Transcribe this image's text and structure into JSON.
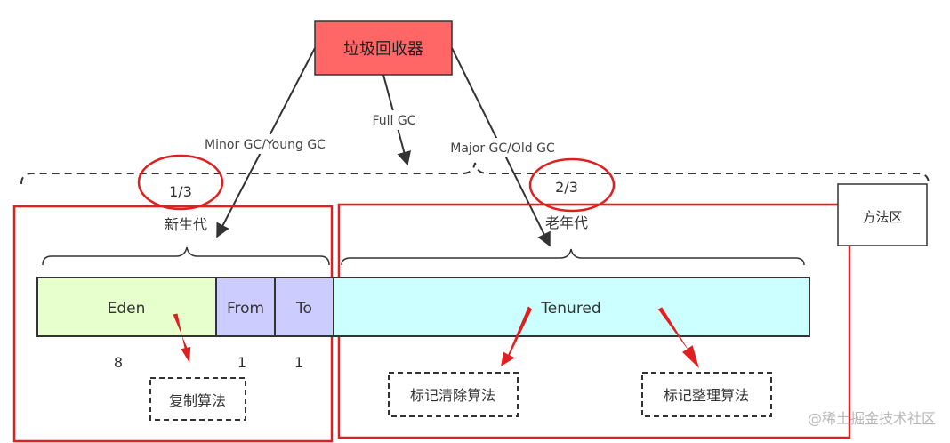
{
  "gc": {
    "label": "垃圾回收器",
    "fill_color": "#ff6666",
    "stroke_color": "#333333"
  },
  "edges": {
    "minor_label": "Minor GC/Young GC",
    "full_label": "Full GC",
    "major_label": "Major GC/Old GC"
  },
  "ratios": {
    "young": "1/3",
    "old": "2/3"
  },
  "young_gen": {
    "label": "新生代",
    "eden": {
      "label": "Eden",
      "ratio": "8",
      "color": "#e6ffcc"
    },
    "from": {
      "label": "From",
      "ratio": "1",
      "color": "#ccccff"
    },
    "to": {
      "label": "To",
      "ratio": "1",
      "color": "#ccccff"
    },
    "algorithm": "复制算法"
  },
  "old_gen": {
    "label": "老年代",
    "tenured": {
      "label": "Tenured",
      "color": "#ccffff"
    },
    "algorithm_1": "标记清除算法",
    "algorithm_2": "标记整理算法"
  },
  "method_area": {
    "label": "方法区"
  },
  "watermark": "@稀土掘金技术社区",
  "highlight_color": "#e02020"
}
